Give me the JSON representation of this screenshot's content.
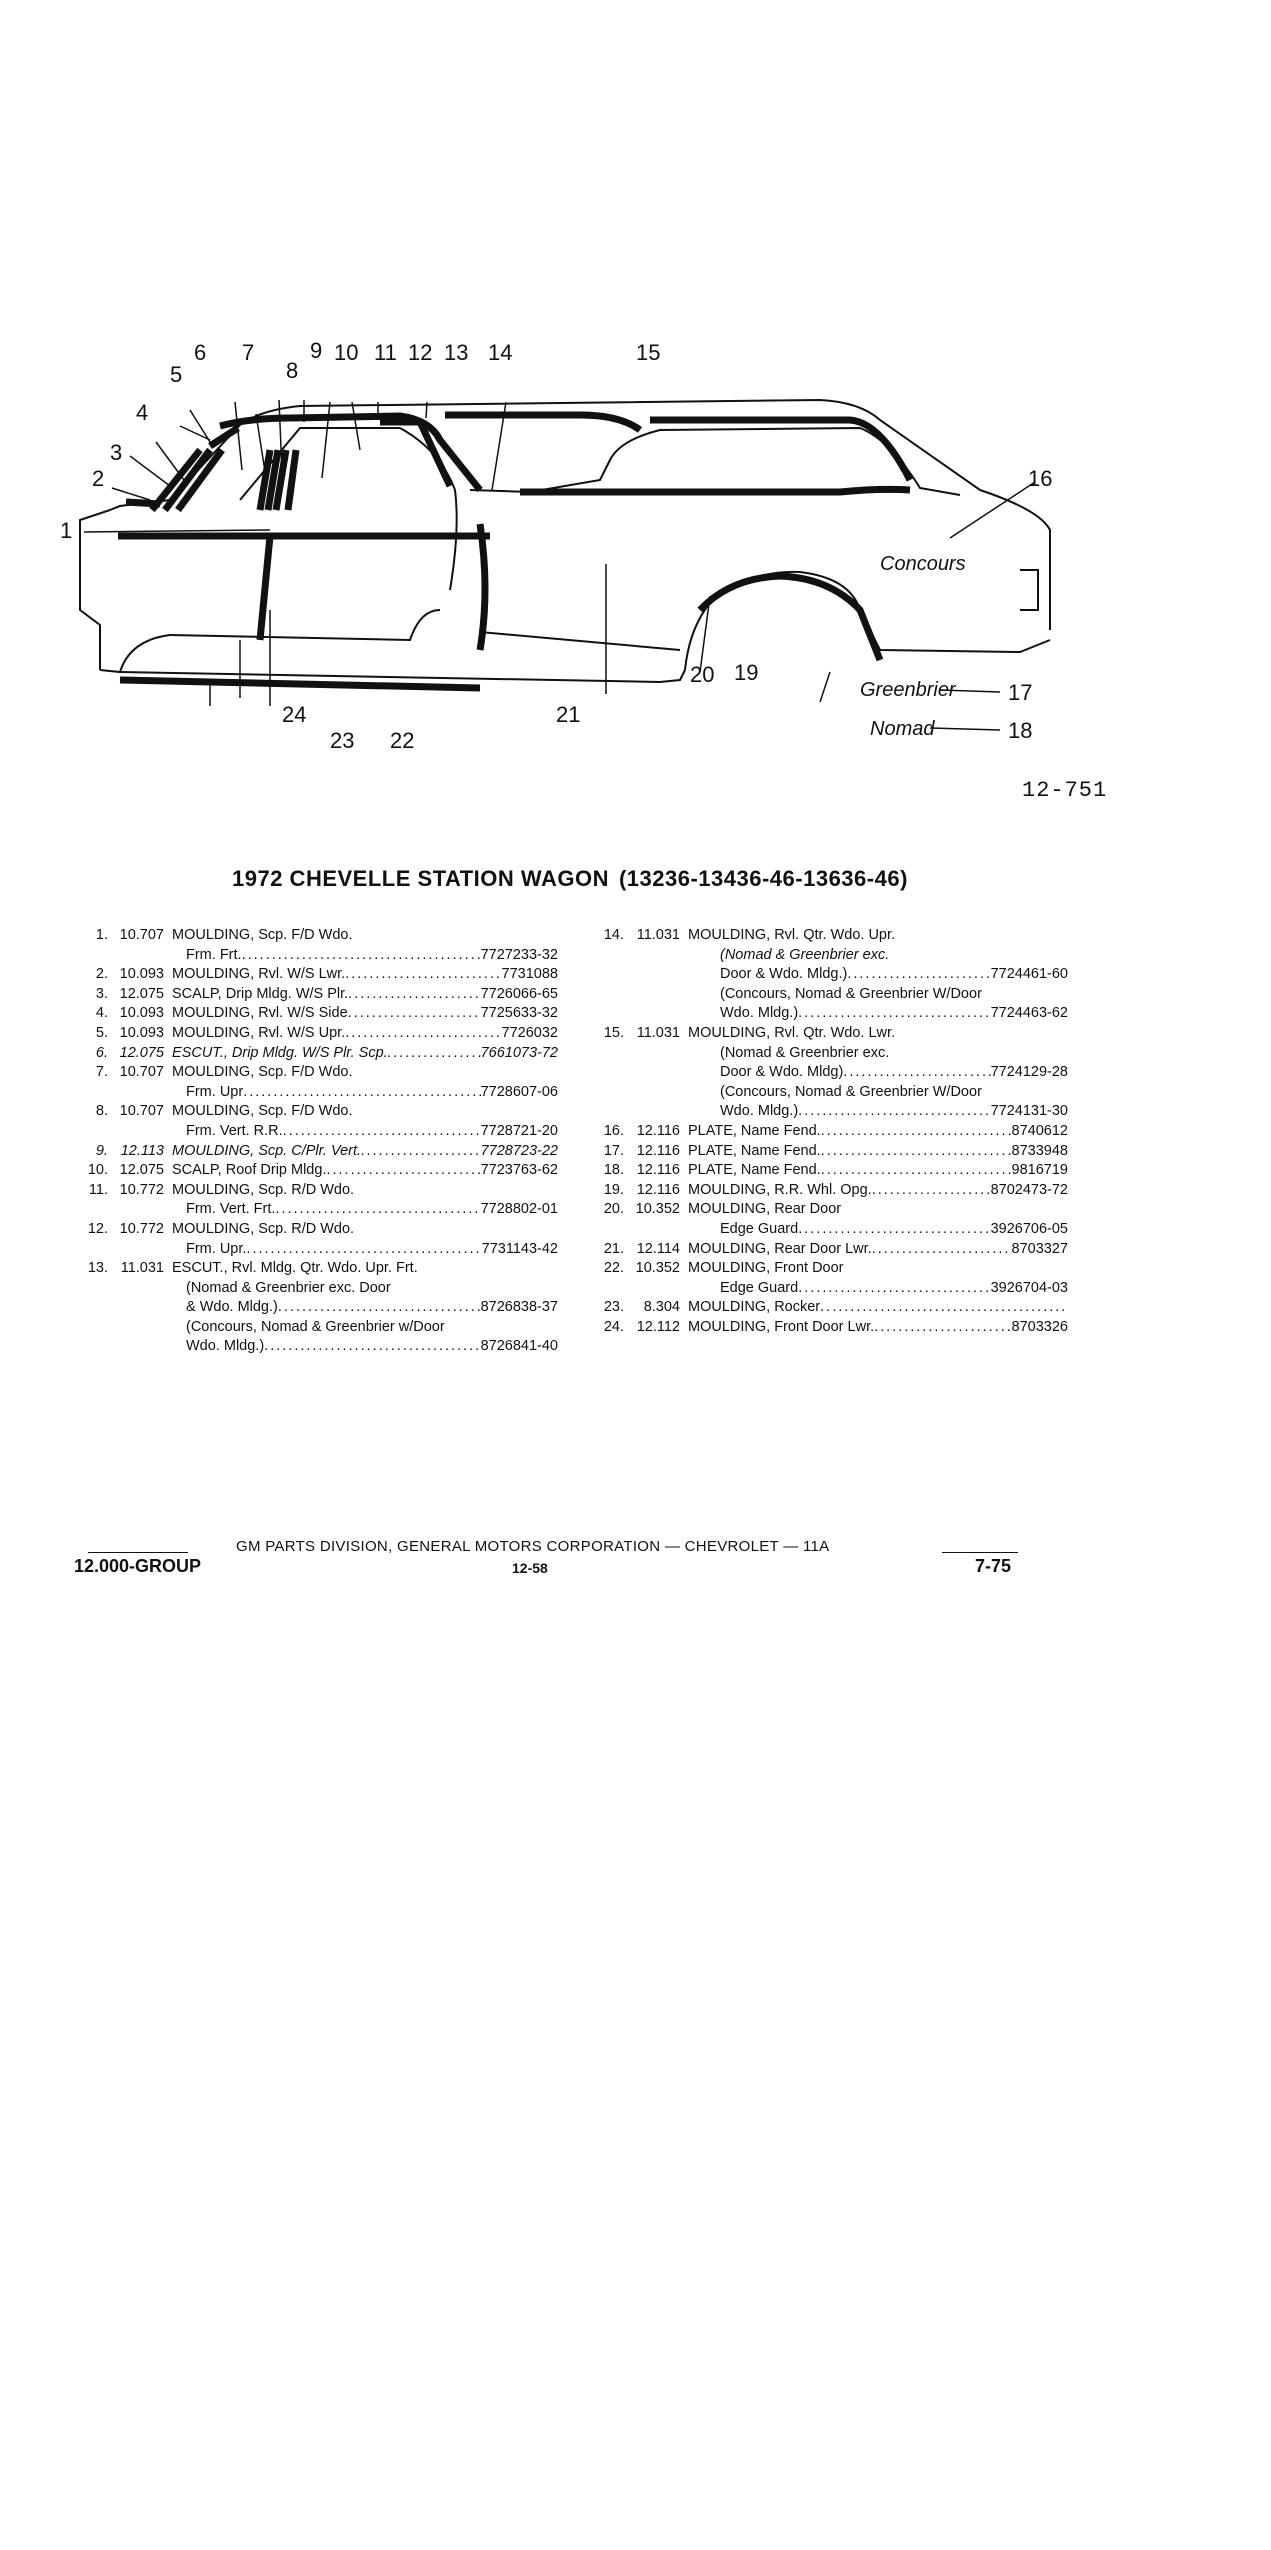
{
  "figure": {
    "callouts": [
      "1",
      "2",
      "3",
      "4",
      "5",
      "6",
      "7",
      "8",
      "9",
      "10",
      "11",
      "12",
      "13",
      "14",
      "15",
      "16",
      "17",
      "18",
      "19",
      "20",
      "21",
      "22",
      "23",
      "24"
    ],
    "script_labels": [
      "Concours",
      "Greenbrier",
      "Nomad"
    ],
    "figure_number": "12-751"
  },
  "title": "1972 CHEVELLE STATION WAGON",
  "subtitle": "(13236-13436-46-13636-46)",
  "left_items": [
    {
      "num": "1.",
      "group": "10.707",
      "lines": [
        {
          "text": "MOULDING, Scp. F/D Wdo."
        },
        {
          "text": "Frm. Frt.",
          "part": "7727233-32",
          "indent": 1
        }
      ]
    },
    {
      "num": "2.",
      "group": "10.093",
      "lines": [
        {
          "text": "MOULDING, Rvl. W/S Lwr.",
          "part": "7731088"
        }
      ]
    },
    {
      "num": "3.",
      "group": "12.075",
      "lines": [
        {
          "text": "SCALP, Drip Mldg. W/S Plr.",
          "part": "7726066-65"
        }
      ]
    },
    {
      "num": "4.",
      "group": "10.093",
      "lines": [
        {
          "text": "MOULDING, Rvl. W/S Side",
          "part": "7725633-32"
        }
      ]
    },
    {
      "num": "5.",
      "group": "10.093",
      "lines": [
        {
          "text": "MOULDING, Rvl. W/S Upr.",
          "part": "7726032"
        }
      ]
    },
    {
      "num": "6.",
      "group": "12.075",
      "italic": true,
      "lines": [
        {
          "text": "ESCUT., Drip Mldg. W/S Plr. Scp.",
          "part": "7661073-72"
        }
      ]
    },
    {
      "num": "7.",
      "group": "10.707",
      "lines": [
        {
          "text": "MOULDING, Scp. F/D Wdo."
        },
        {
          "text": "Frm. Upr",
          "part": "7728607-06",
          "indent": 1
        }
      ]
    },
    {
      "num": "8.",
      "group": "10.707",
      "lines": [
        {
          "text": "MOULDING, Scp. F/D Wdo."
        },
        {
          "text": "Frm. Vert. R.R.",
          "part": "7728721-20",
          "indent": 1
        }
      ]
    },
    {
      "num": "9.",
      "group": "12.113",
      "italic": true,
      "lines": [
        {
          "text": "MOULDING, Scp. C/Plr. Vert.",
          "part": "7728723-22"
        }
      ]
    },
    {
      "num": "10.",
      "group": "12.075",
      "lines": [
        {
          "text": "SCALP, Roof Drip Mldg.",
          "part": "7723763-62"
        }
      ]
    },
    {
      "num": "11.",
      "group": "10.772",
      "lines": [
        {
          "text": "MOULDING, Scp. R/D Wdo."
        },
        {
          "text": "Frm. Vert. Frt.",
          "part": "7728802-01",
          "indent": 1
        }
      ]
    },
    {
      "num": "12.",
      "group": "10.772",
      "lines": [
        {
          "text": "MOULDING, Scp. R/D Wdo."
        },
        {
          "text": "Frm. Upr.",
          "part": "7731143-42",
          "indent": 1
        }
      ]
    },
    {
      "num": "13.",
      "group": "11.031",
      "lines": [
        {
          "text": "ESCUT., Rvl. Mldg. Qtr. Wdo. Upr. Frt."
        },
        {
          "text": "(Nomad & Greenbrier exc. Door",
          "indent": 1
        },
        {
          "text": "& Wdo. Mldg.)",
          "part": "8726838-37",
          "indent": 1
        },
        {
          "text": "(Concours, Nomad & Greenbrier w/Door",
          "indent": 1
        },
        {
          "text": "Wdo. Mldg.)",
          "part": "8726841-40",
          "indent": 1
        }
      ]
    }
  ],
  "right_items": [
    {
      "num": "14.",
      "group": "11.031",
      "lines": [
        {
          "text": "MOULDING, Rvl. Qtr. Wdo. Upr."
        },
        {
          "text": "(Nomad & Greenbrier exc.",
          "indent": 2,
          "italic": true
        },
        {
          "text": "Door & Wdo. Mldg.)",
          "part": "7724461-60",
          "indent": 2
        },
        {
          "text": "(Concours, Nomad & Greenbrier W/Door",
          "indent": 2
        },
        {
          "text": "Wdo. Mldg.)",
          "part": "7724463-62",
          "indent": 2
        }
      ]
    },
    {
      "num": "15.",
      "group": "11.031",
      "lines": [
        {
          "text": "MOULDING, Rvl. Qtr. Wdo. Lwr."
        },
        {
          "text": "(Nomad & Greenbrier exc.",
          "indent": 2
        },
        {
          "text": "Door & Wdo. Mldg)",
          "part": "7724129-28",
          "indent": 2
        },
        {
          "text": "(Concours, Nomad & Greenbrier W/Door",
          "indent": 2
        },
        {
          "text": "Wdo. Mldg.)",
          "part": "7724131-30",
          "indent": 2
        }
      ]
    },
    {
      "num": "16.",
      "group": "12.116",
      "lines": [
        {
          "text": "PLATE, Name Fend.",
          "part": "8740612"
        }
      ]
    },
    {
      "num": "17.",
      "group": "12.116",
      "lines": [
        {
          "text": "PLATE, Name Fend.",
          "part": "8733948"
        }
      ]
    },
    {
      "num": "18.",
      "group": "12.116",
      "lines": [
        {
          "text": "PLATE, Name Fend.",
          "part": "9816719"
        }
      ]
    },
    {
      "num": "19.",
      "group": "12.116",
      "lines": [
        {
          "text": "MOULDING, R.R. Whl. Opg.",
          "part": "8702473-72"
        }
      ]
    },
    {
      "num": "20.",
      "group": "10.352",
      "lines": [
        {
          "text": "MOULDING, Rear Door"
        },
        {
          "text": "Edge Guard",
          "part": "3926706-05",
          "indent": 2
        }
      ]
    },
    {
      "num": "21.",
      "group": "12.114",
      "lines": [
        {
          "text": "MOULDING, Rear Door Lwr.",
          "part": "8703327"
        }
      ]
    },
    {
      "num": "22.",
      "group": "10.352",
      "lines": [
        {
          "text": "MOULDING, Front Door"
        },
        {
          "text": "Edge Guard",
          "part": "3926704-03",
          "indent": 2
        }
      ]
    },
    {
      "num": "23.",
      "group": "8.304",
      "lines": [
        {
          "text": "MOULDING, Rocker",
          "part": ""
        }
      ]
    },
    {
      "num": "24.",
      "group": "12.112",
      "lines": [
        {
          "text": "MOULDING, Front Door Lwr.",
          "part": "8703326"
        }
      ]
    }
  ],
  "footer": {
    "center": "GM PARTS DIVISION, GENERAL MOTORS CORPORATION — CHEVROLET — 11A",
    "group": "12.000-GROUP",
    "page": "12-58",
    "date": "7-75"
  }
}
